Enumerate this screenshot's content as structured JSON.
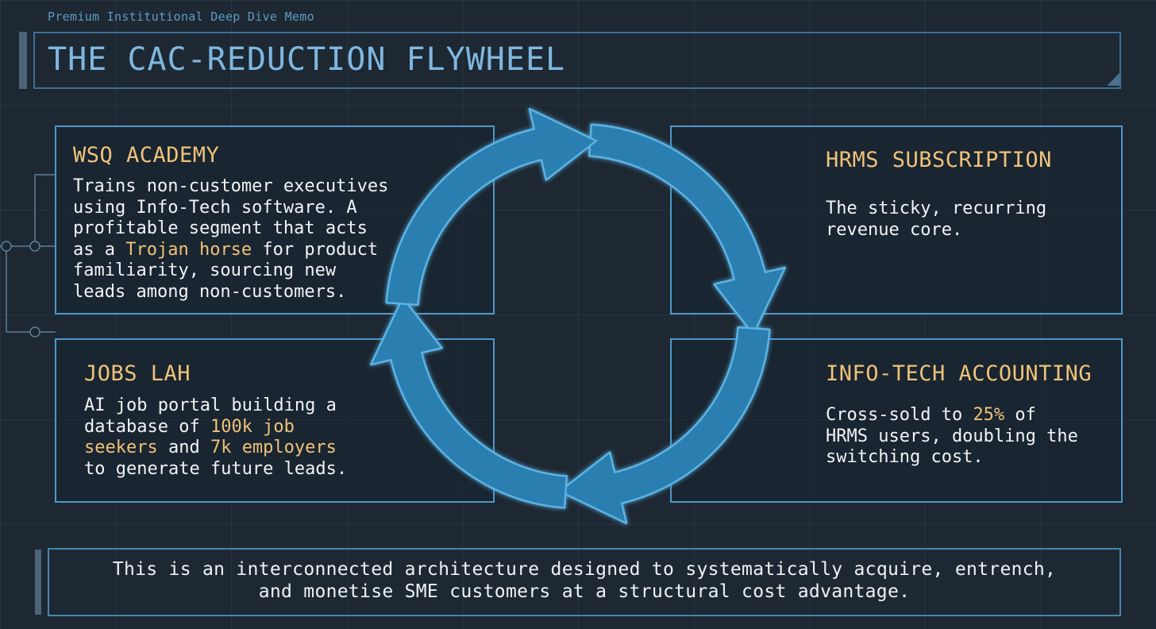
{
  "header": {
    "subtitle": "Premium Institutional Deep Dive Memo",
    "title": "THE CAC-REDUCTION FLYWHEEL"
  },
  "cards": {
    "wsq": {
      "title": "WSQ ACADEMY",
      "line1": "Trains non-customer executives",
      "line2": "using Info-Tech software. A",
      "line3": "profitable segment that acts",
      "line4_pre": "as a ",
      "line4_hl": "Trojan horse",
      "line4_post": " for product",
      "line5": "familiarity, sourcing new",
      "line6": "leads among non-customers."
    },
    "hrms": {
      "title": "HRMS SUBSCRIPTION",
      "line1": "The sticky, recurring",
      "line2": "revenue core."
    },
    "jobs": {
      "title": "JOBS LAH",
      "line1": "AI job portal building a",
      "line2_pre": "database of ",
      "line2_hl": "100k job",
      "line3_hl": "seekers",
      "line3_mid": " and ",
      "line3_hl2": "7k employers",
      "line4": "to generate future leads."
    },
    "infotech": {
      "title": "INFO-TECH ACCOUNTING",
      "line1_pre": "Cross-sold to ",
      "line1_hl": "25%",
      "line1_post": " of",
      "line2": "HRMS users, doubling the",
      "line3": "switching cost."
    }
  },
  "footer": {
    "line1": "This is an interconnected architecture designed to systematically acquire, entrench,",
    "line2": "and monetise SME customers at a structural cost advantage."
  },
  "colors": {
    "background": "#1d2833",
    "accent_blue": "#4f97c8",
    "arrow_fill": "#2a7fb0",
    "highlight": "#f0c27a",
    "title_blue": "#7fb7df"
  },
  "icons": {
    "flywheel": "circular-arrows-icon"
  }
}
